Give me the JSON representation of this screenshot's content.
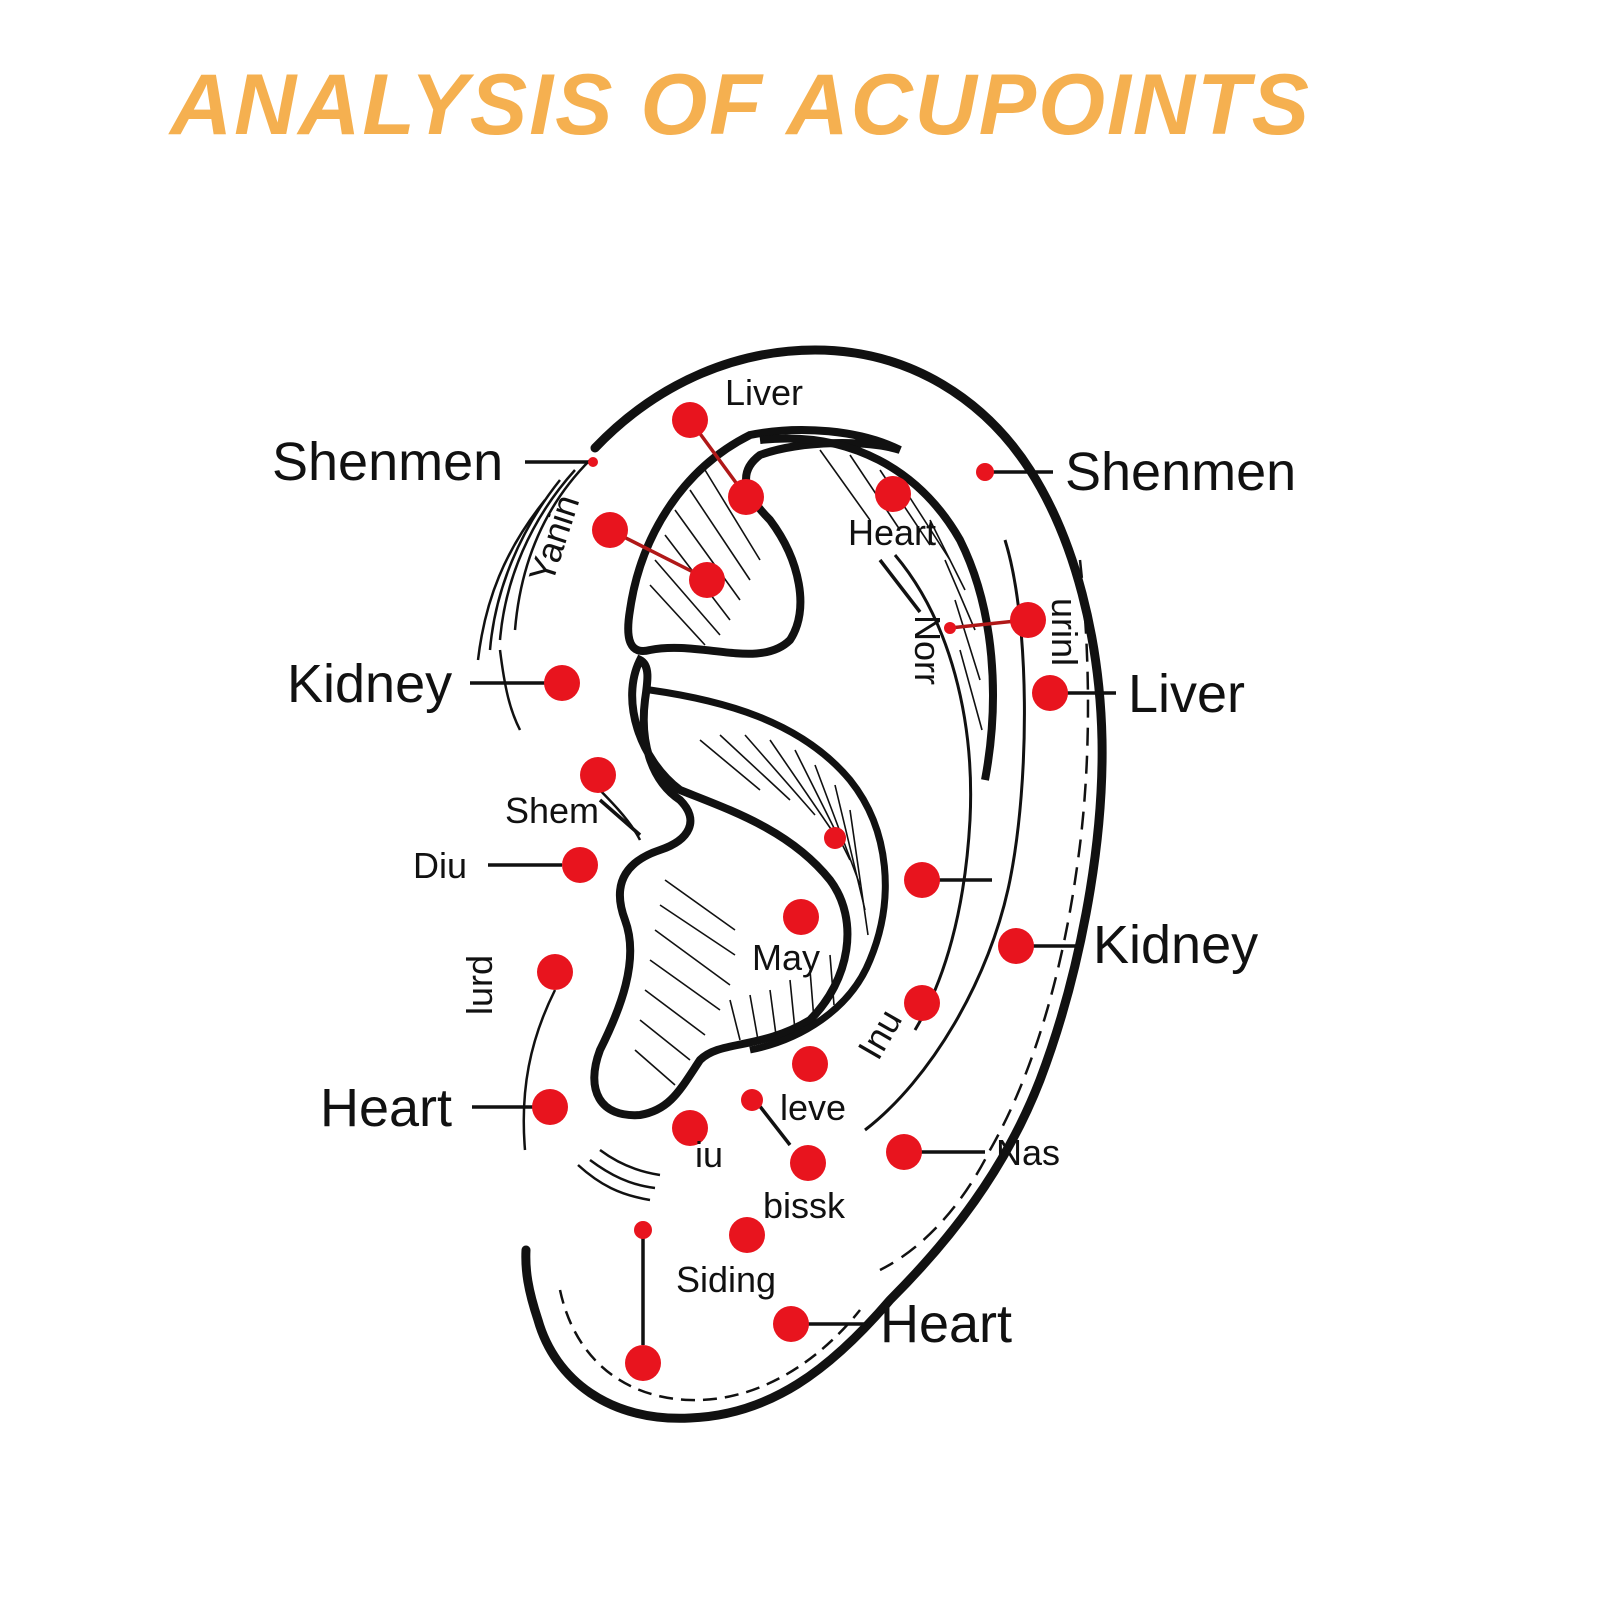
{
  "title": "ANALYSIS OF ACUPOINTS",
  "colors": {
    "title": "#f5b050",
    "point": "#e8141e",
    "ink": "#111111",
    "leader_red": "#b01818"
  },
  "labels": {
    "liver_top": "Liver",
    "shenmen_left": "Shenmen",
    "shenmen_right": "Shenmen",
    "yanin": "Yanin",
    "heart_upper": "Heart",
    "norr": "Norr",
    "urinl": "urinl",
    "kidney_left": "Kidney",
    "liver_right": "Liver",
    "shem": "Shem",
    "diu": "Diu",
    "may": "May",
    "kidney_right": "Kidney",
    "lurd": "lurd",
    "inu": "Inu",
    "heart_left": "Heart",
    "leve": "leve",
    "iu": "iu",
    "nas": "Nas",
    "bissk": "bissk",
    "siding": "Siding",
    "heart_bottom": "Heart"
  }
}
